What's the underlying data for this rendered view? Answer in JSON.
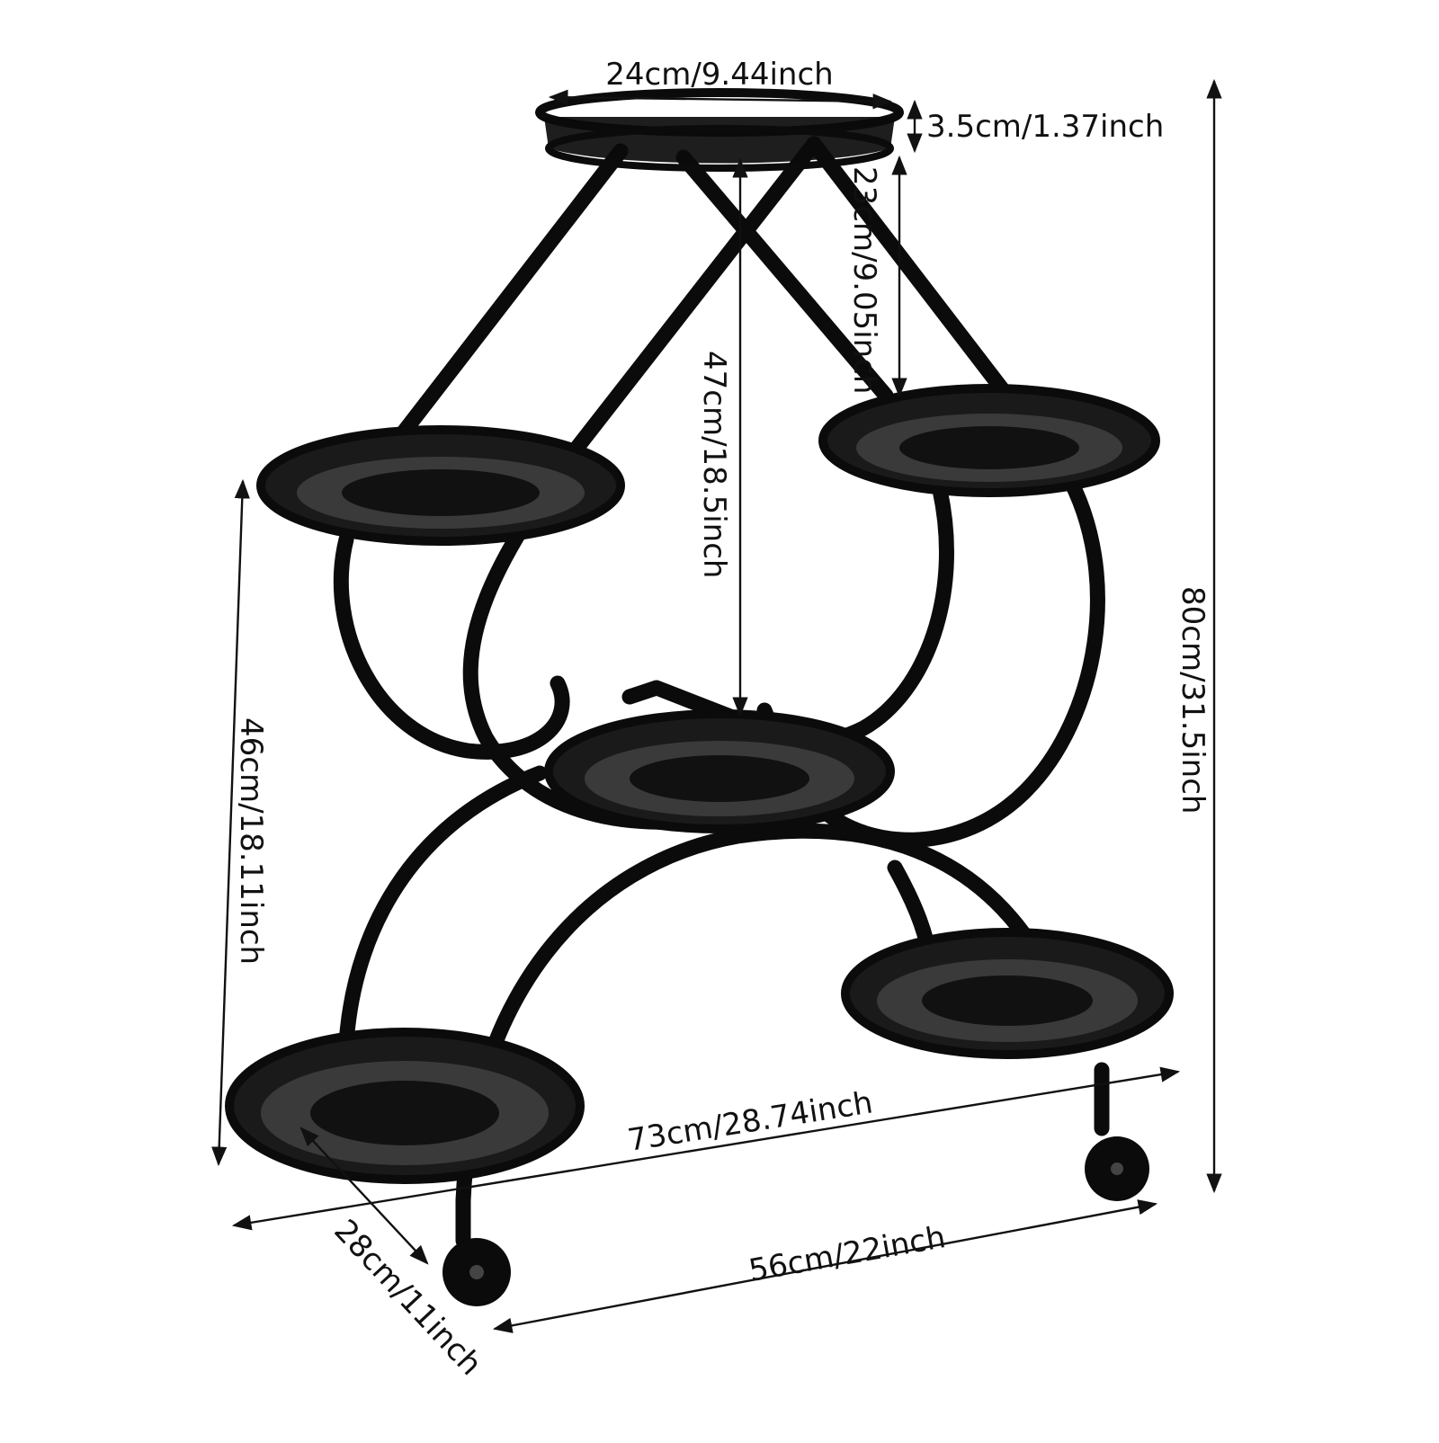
{
  "product": {
    "color": "#0b0b0b",
    "background": "#ffffff",
    "tray_count": 6,
    "caster_count": 2
  },
  "dimensions": {
    "top_diameter": "24cm/9.44inch",
    "tray_depth": "3.5cm/1.37inch",
    "upper_tier_gap": "23cm/9.05inch",
    "center_tier_height": "47cm/18.5inch",
    "total_height": "80cm/31.5inch",
    "side_height": "46cm/18.11inch",
    "diagonal_length": "73cm/28.74inch",
    "depth": "28cm/11inch",
    "width": "56cm/22inch"
  }
}
